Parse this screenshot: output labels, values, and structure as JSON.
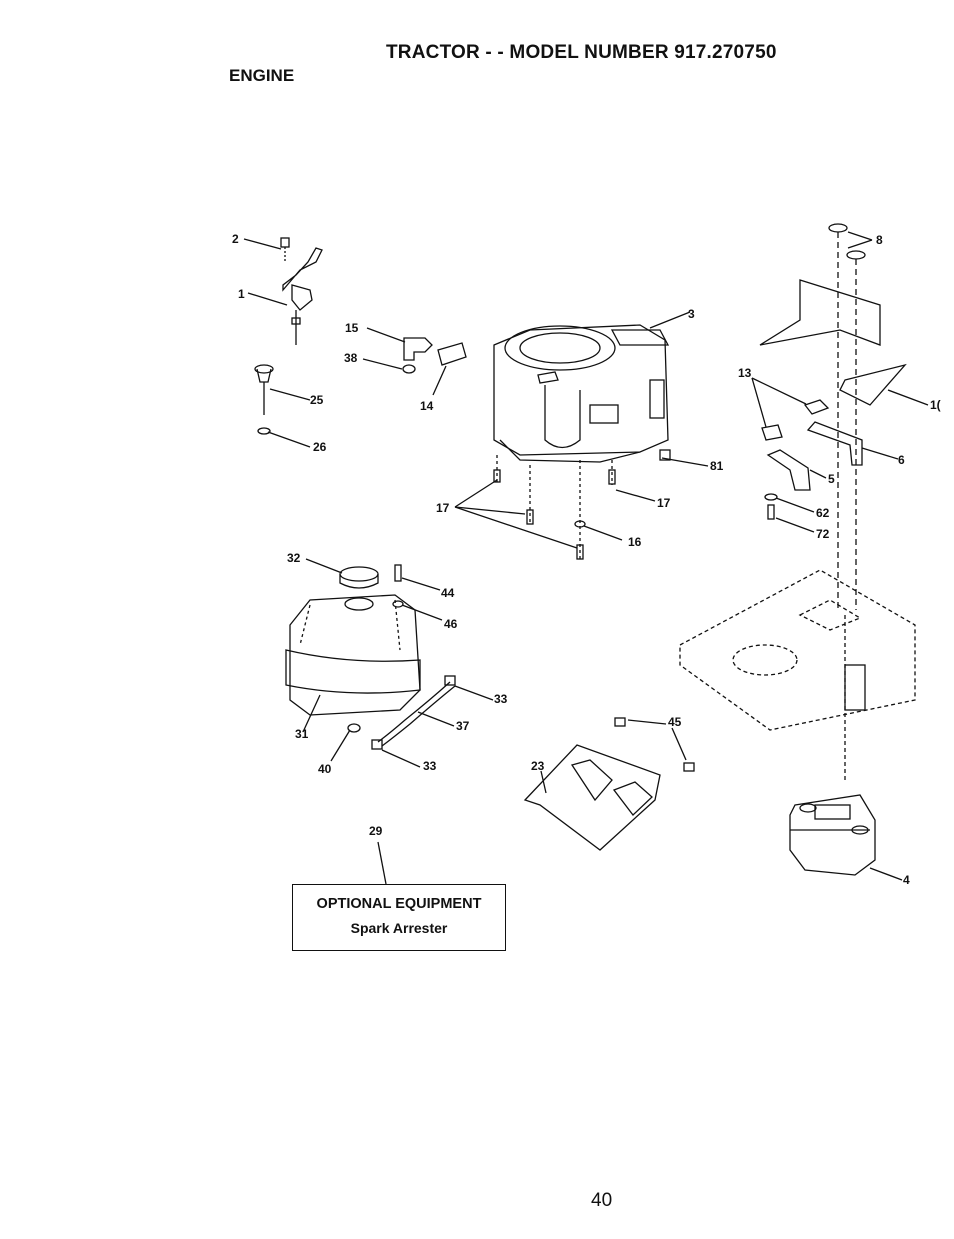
{
  "header": {
    "title": "TRACTOR - - MODEL NUMBER 917.270750",
    "section": "ENGINE"
  },
  "callouts": {
    "c2": "2",
    "c1": "1",
    "c25": "25",
    "c26": "26",
    "c15": "15",
    "c38": "38",
    "c14": "14",
    "c3": "3",
    "c17a": "17",
    "c17b": "17",
    "c16": "16",
    "c81": "81",
    "c8": "8",
    "c10": "1(",
    "c13": "13",
    "c6": "6",
    "c5": "5",
    "c62": "62",
    "c72": "72",
    "c32": "32",
    "c44": "44",
    "c46": "46",
    "c33a": "33",
    "c37": "37",
    "c31": "31",
    "c40": "40",
    "c33b": "33",
    "c45": "45",
    "c23": "23",
    "c29": "29",
    "c4": "4"
  },
  "optional_equipment": {
    "title": "OPTIONAL EQUIPMENT",
    "item": "Spark Arrester"
  },
  "footer": {
    "page_number": "40"
  }
}
